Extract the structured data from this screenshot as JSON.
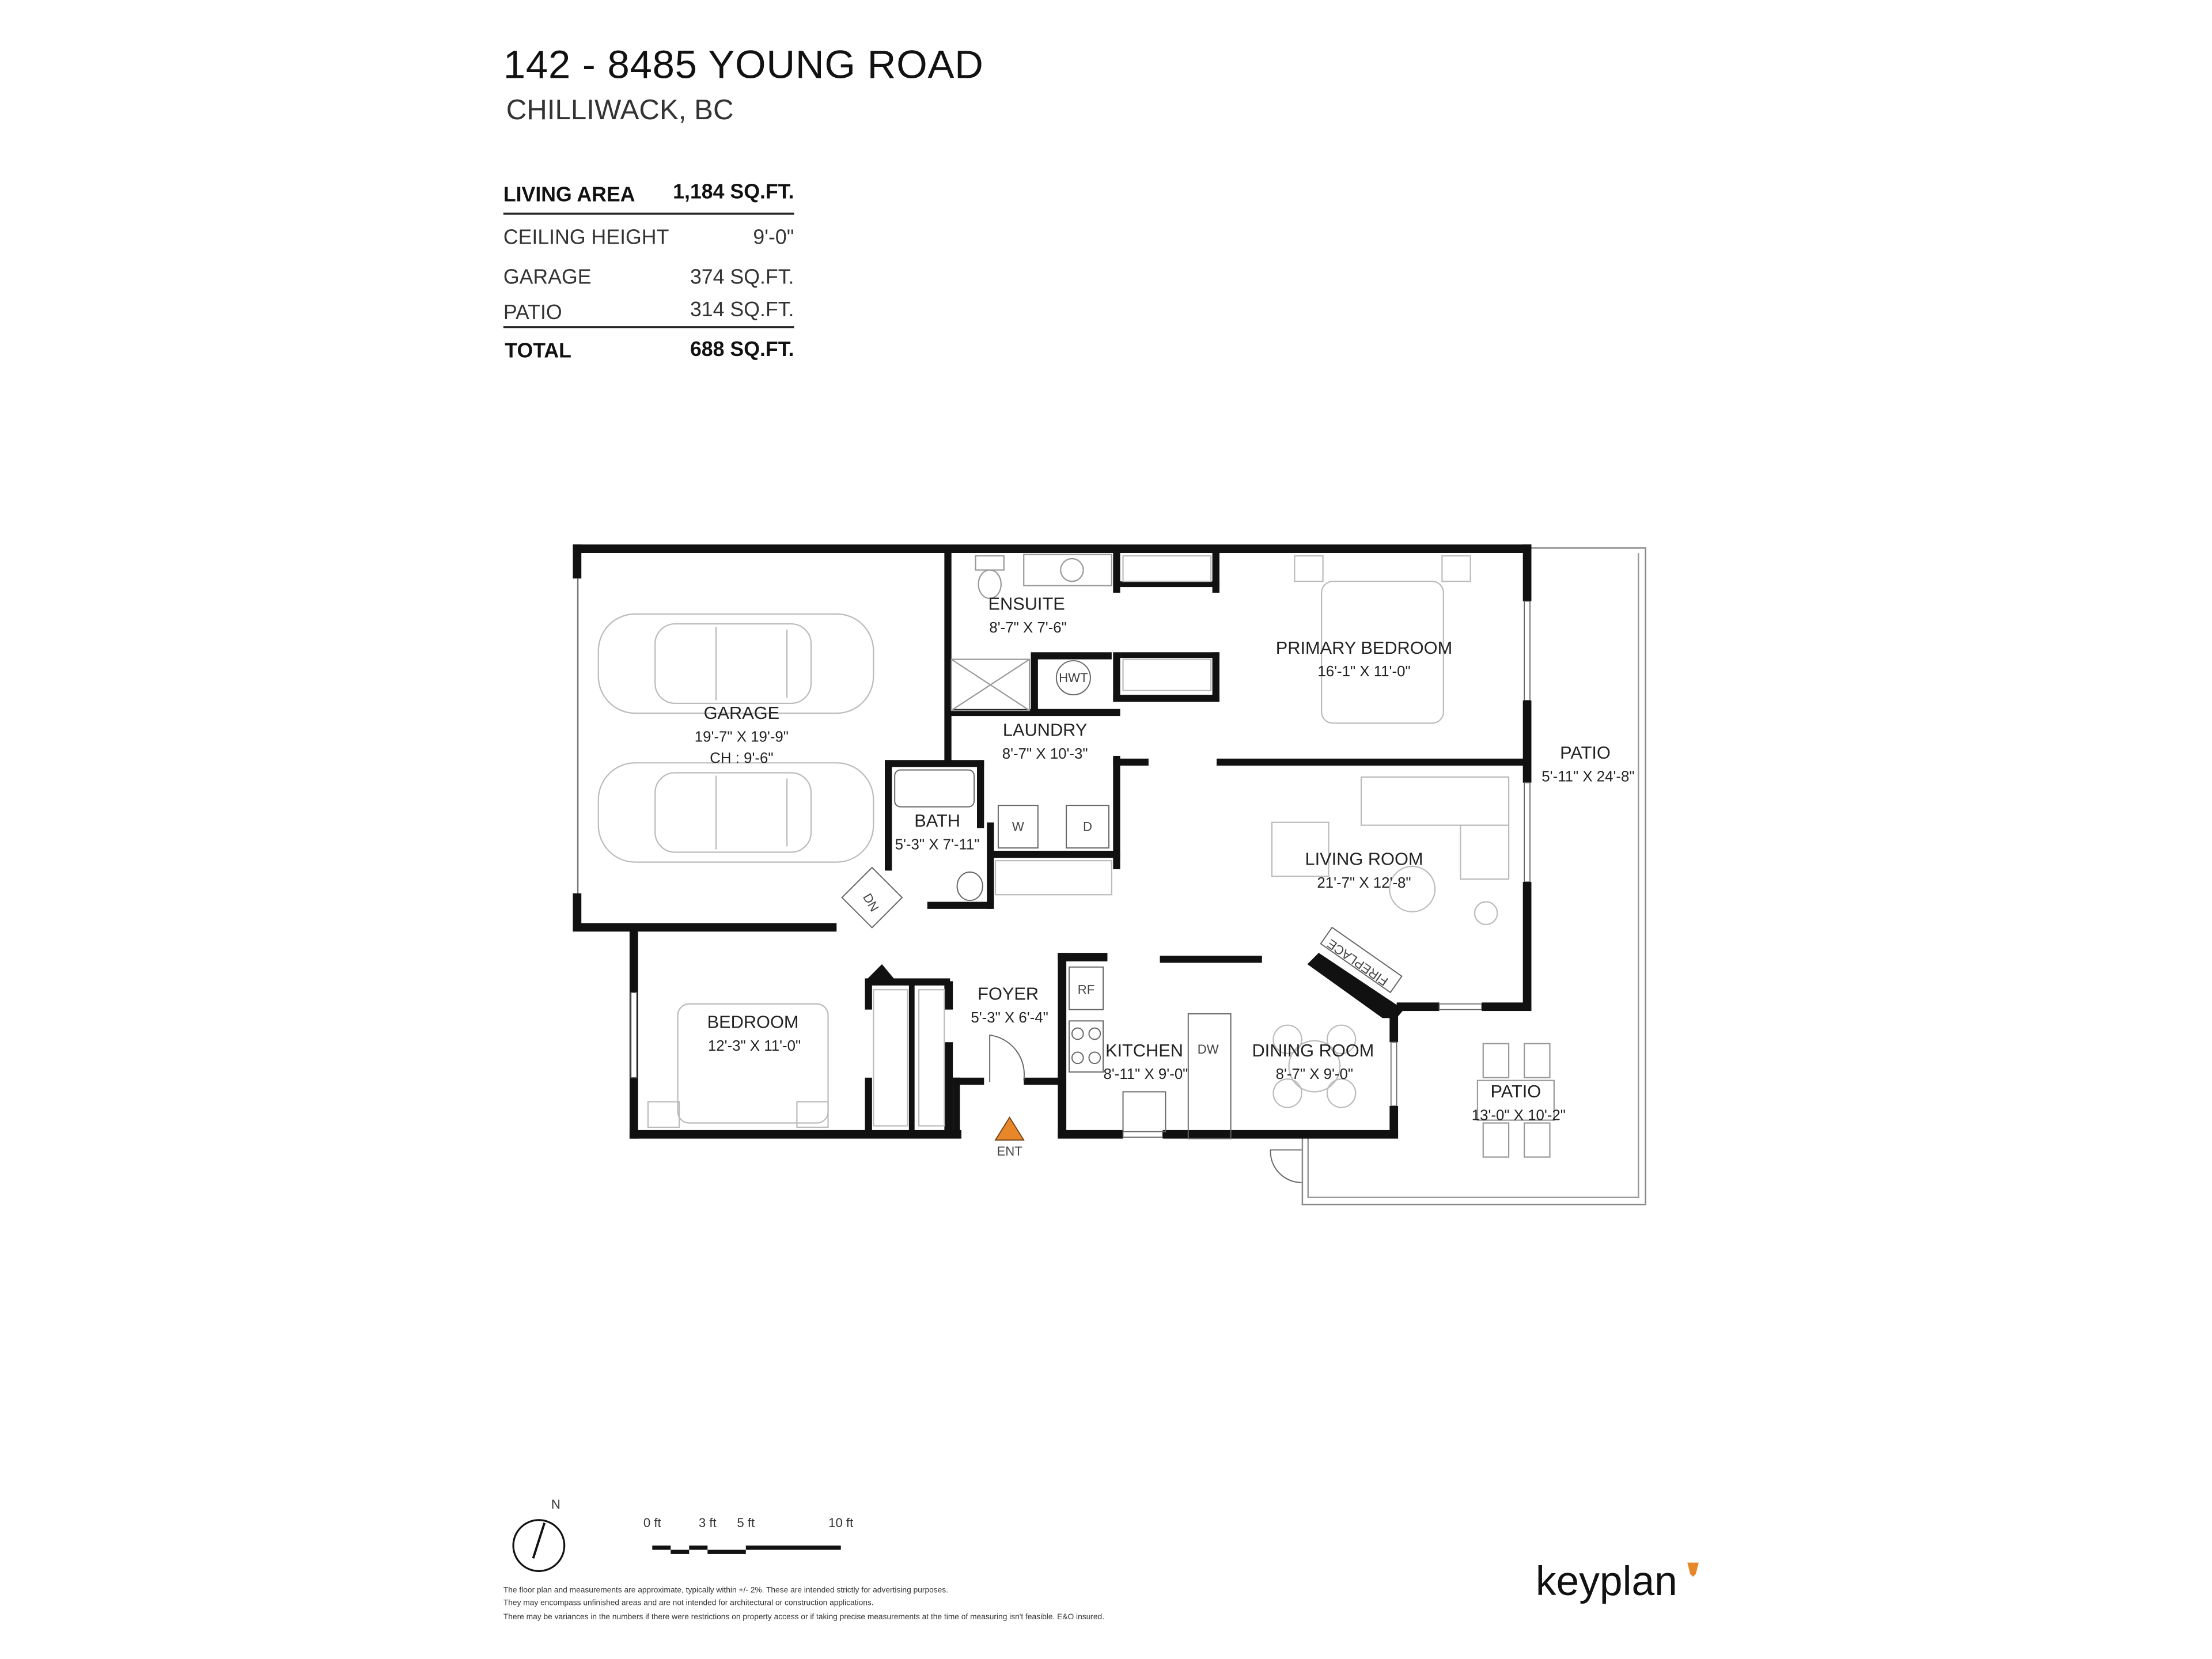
{
  "header": {
    "address": "142 - 8485 YOUNG ROAD",
    "city": "CHILLIWACK, BC"
  },
  "area_table": {
    "rows": [
      {
        "label": "LIVING AREA",
        "value": "1,184 SQ.FT.",
        "bold": true
      },
      {
        "label": "CEILING HEIGHT",
        "value": "9'-0\"",
        "bold": false
      },
      {
        "label": "GARAGE",
        "value": "374 SQ.FT.",
        "bold": false
      },
      {
        "label": "PATIO",
        "value": "314 SQ.FT.",
        "bold": false
      },
      {
        "label": "TOTAL",
        "value": "688 SQ.FT.",
        "bold": true
      }
    ]
  },
  "rooms": {
    "garage": {
      "name": "GARAGE",
      "dims": "19'-7\"  X  19'-9\"",
      "extra": "CH : 9'-6\""
    },
    "ensuite": {
      "name": "ENSUITE",
      "dims": "8'-7\"  X  7'-6\""
    },
    "laundry": {
      "name": "LAUNDRY",
      "dims": "8'-7\"  X  10'-3\""
    },
    "bath": {
      "name": "BATH",
      "dims": "5'-3\"  X  7'-11\""
    },
    "primary_bedroom": {
      "name": "PRIMARY BEDROOM",
      "dims": "16'-1\"  X  11'-0\""
    },
    "patio_side": {
      "name": "PATIO",
      "dims": "5'-11\"  X  24'-8\""
    },
    "living_room": {
      "name": "LIVING ROOM",
      "dims": "21'-7\"  X  12'-8\""
    },
    "bedroom": {
      "name": "BEDROOM",
      "dims": "12'-3\"  X  11'-0\""
    },
    "foyer": {
      "name": "FOYER",
      "dims": "5'-3\"  X  6'-4\""
    },
    "kitchen": {
      "name": "KITCHEN",
      "dims": "8'-11\"  X  9'-0\""
    },
    "dining_room": {
      "name": "DINING ROOM",
      "dims": "8'-7\"  X  9'-0\""
    },
    "patio_rear": {
      "name": "PATIO",
      "dims": "13'-0\"  X  10'-2\""
    }
  },
  "fixtures": {
    "hwt": "HWT",
    "washer": "W",
    "dryer": "D",
    "fridge": "RF",
    "dishwasher": "DW",
    "stairs_down": "DN",
    "fireplace": "FIREPLACE"
  },
  "entrance": {
    "label": "ENT",
    "color": "#E8872A"
  },
  "compass": {
    "label": "N"
  },
  "scale_bar": {
    "ticks": [
      "0 ft",
      "3 ft",
      "5 ft",
      "10 ft"
    ]
  },
  "disclaimer": [
    "The floor plan and measurements are approximate, typically within +/- 2%. These are intended strictly for advertising purposes.",
    "They may encompass unfinished areas and are not intended for architectural or construction applications.",
    "There may be variances in the numbers if there were restrictions on property access or if taking precise measurements at the time of measuring isn't feasible. E&O insured."
  ],
  "brand": {
    "name": "keyplan",
    "accent": "#E8872A"
  }
}
